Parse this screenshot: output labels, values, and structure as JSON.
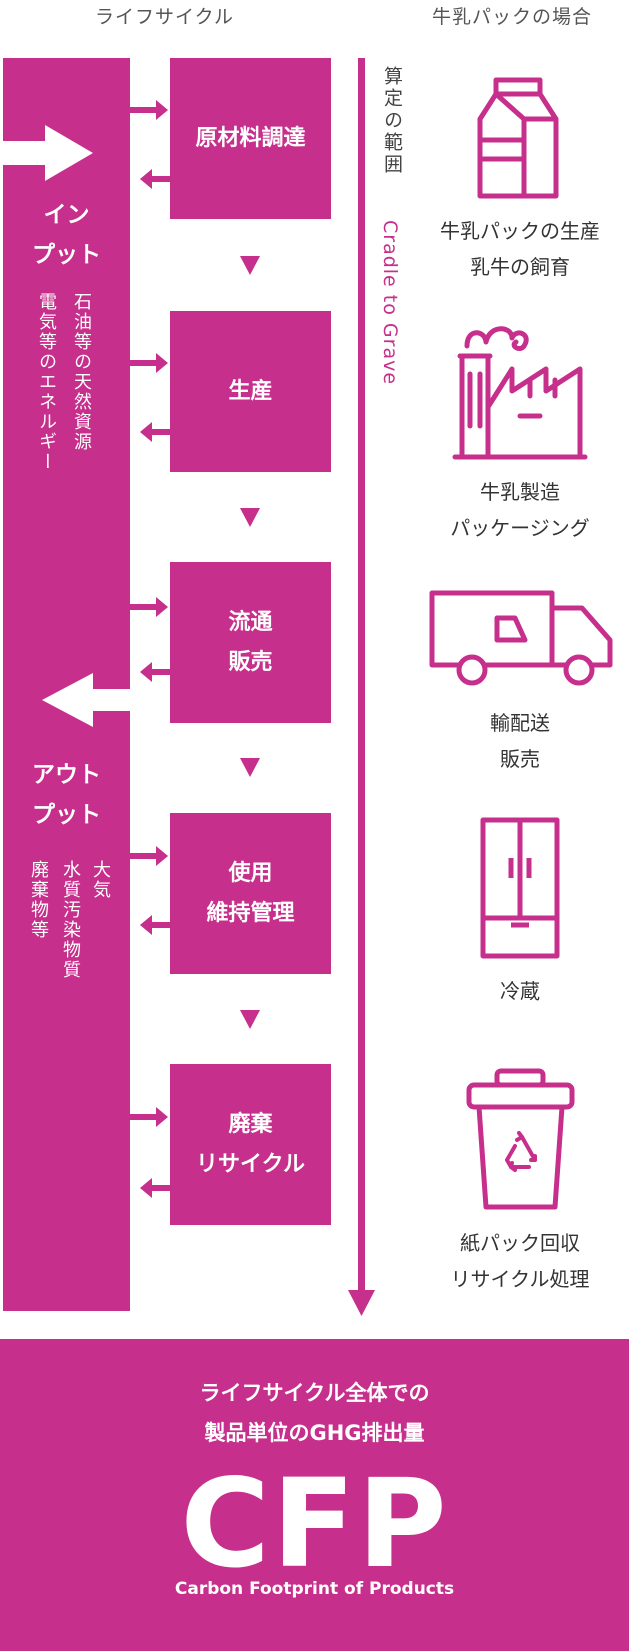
{
  "headers": {
    "lifecycle": "ライフサイクル",
    "milk_pack": "牛乳パックの場合"
  },
  "input": {
    "title": "イン\nプット",
    "col1": "石油等の天然資源",
    "col2": "電気等のエネルギー"
  },
  "output": {
    "title": "アウト\nプット",
    "col1": "大気",
    "col2": "水質汚染物質",
    "col3": "廃棄物等"
  },
  "stages": [
    "原材料調達",
    "生産",
    "流通\n販売",
    "使用\n維持管理",
    "廃棄\nリサイクル"
  ],
  "scope": {
    "jp": "算定の範囲",
    "en": "Cradle to Grave"
  },
  "examples": [
    {
      "icon": "milk-carton-icon",
      "caption": "牛乳パックの生産\n乳牛の飼育"
    },
    {
      "icon": "factory-icon",
      "caption": "牛乳製造\nパッケージング"
    },
    {
      "icon": "truck-icon",
      "caption": "輸配送\n販売"
    },
    {
      "icon": "refrigerator-icon",
      "caption": "冷蔵"
    },
    {
      "icon": "recycle-bin-icon",
      "caption": "紙パック回収\nリサイクル処理"
    }
  ],
  "result": {
    "subtitle": "ライフサイクル全体での\n製品単位のGHG排出量",
    "acronym": "CFP",
    "english": "Carbon Footprint of Products"
  },
  "colors": {
    "accent": "#c62f8b",
    "text": "#333333",
    "header_text": "#555555"
  }
}
